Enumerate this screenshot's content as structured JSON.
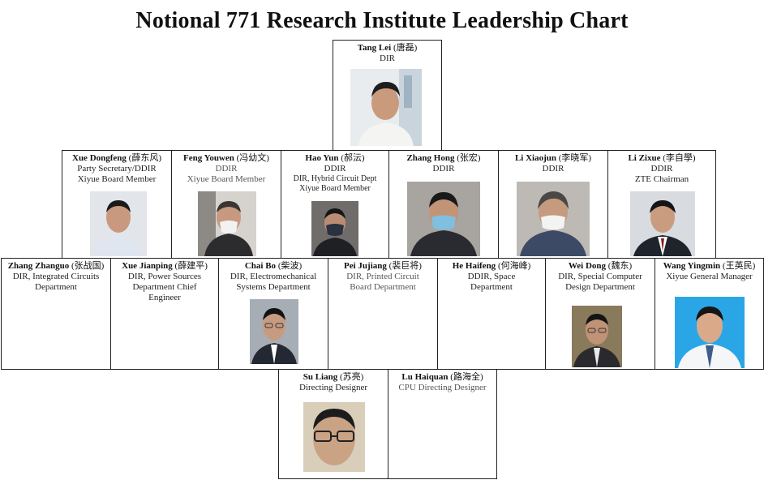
{
  "title": "Notional 771 Research Institute Leadership Chart",
  "people": {
    "tang_lei": {
      "name": "Tang Lei",
      "cn": "(唐磊)",
      "role1": "DIR"
    },
    "xue_dongfeng": {
      "name": "Xue Dongfeng",
      "cn": "(薛东风)",
      "role1": "Party Secretary/DDIR",
      "role2": "Xiyue Board Member"
    },
    "feng_youwen": {
      "name": "Feng Youwen",
      "cn": "(冯幼文)",
      "role1": "DDIR",
      "role2": "Xiyue Board Member"
    },
    "hao_yun": {
      "name": "Hao Yun",
      "cn": "(郝沄)",
      "role1": "DDIR",
      "role2": "DIR, Hybrid Circuit Dept",
      "role3": "Xiyue Board Member"
    },
    "zhang_hong": {
      "name": "Zhang Hong",
      "cn": "(张宏)",
      "role1": "DDIR"
    },
    "li_xiaojun": {
      "name": "Li Xiaojun",
      "cn": "(李晓军)",
      "role1": "DDIR"
    },
    "li_zixue": {
      "name": "Li Zixue",
      "cn": "(李自學)",
      "role1": "DDIR",
      "role2": "ZTE Chairman"
    },
    "zhang_zhanguo": {
      "name": "Zhang Zhanguo",
      "cn": "(张战国)",
      "role1": "DIR, Integrated Circuits",
      "role2": "Department"
    },
    "xue_jianping": {
      "name": "Xue Jianping",
      "cn": "(薛建平)",
      "role1": "DIR, Power Sources",
      "role2": "Department Chief",
      "role3": "Engineer"
    },
    "chai_bo": {
      "name": "Chai Bo",
      "cn": "(柴波)",
      "role1": "DIR, Electromechanical",
      "role2": "Systems Department"
    },
    "pei_jujiang": {
      "name": "Pei Jujiang",
      "cn": "(裴巨将)",
      "role1": "DIR, Printed Circuit",
      "role2": "Board Department"
    },
    "he_haifeng": {
      "name": "He Haifeng",
      "cn": "(何海峰)",
      "role1": "DDIR, Space",
      "role2": "Department"
    },
    "wei_dong": {
      "name": "Wei Dong",
      "cn": "(魏东)",
      "role1": "DIR, Special Computer",
      "role2": "Design Department"
    },
    "wang_yingmin": {
      "name": "Wang Yingmin",
      "cn": "(王英民)",
      "role1": "Xiyue General Manager"
    },
    "su_liang": {
      "name": "Su Liang",
      "cn": "(苏亮)",
      "role1": "Directing Designer"
    },
    "lu_haiquan": {
      "name": "Lu Haiquan",
      "cn": "(路海全)",
      "role1": "CPU Directing Designer"
    }
  }
}
